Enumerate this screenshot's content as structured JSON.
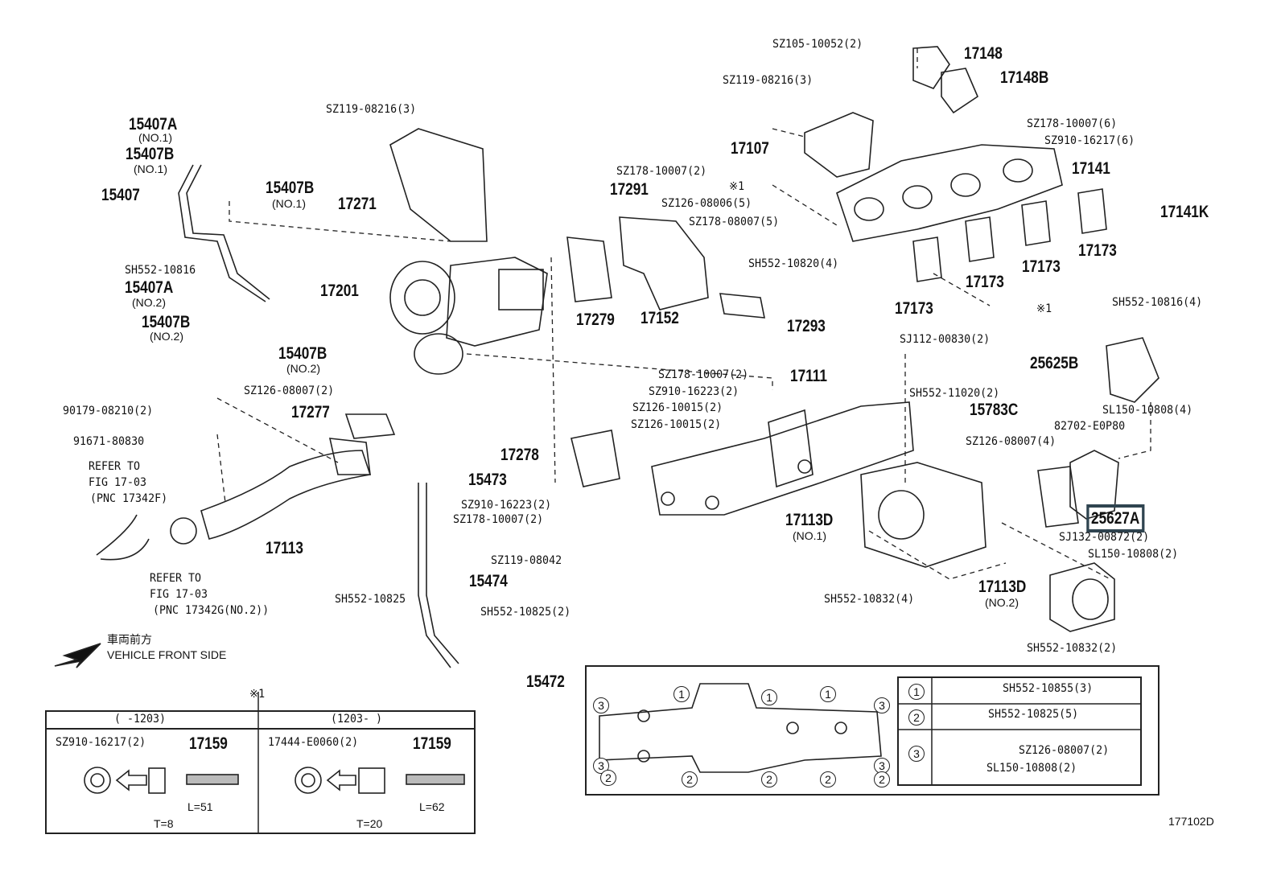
{
  "diagram_id": "177102D",
  "vehicle_front": {
    "jp": "車両前方",
    "en": "VEHICLE FRONT SIDE"
  },
  "labels": [
    "SZ105-10052(2)",
    "17148",
    "17148B",
    "SZ119-08216(3)",
    "SZ178-10007(6)",
    "SZ910-16217(6)",
    "17107",
    "17141",
    "SZ178-10007(2)",
    "※1",
    "17291",
    "SZ126-08006(5)",
    "SZ178-08007(5)",
    "17141K",
    "SH552-10820(4)",
    "17173",
    "17173",
    "17173",
    "17173",
    "※1",
    "SH552-10816(4)",
    "17152",
    "17293",
    "17279",
    "17201",
    "15407A",
    "(NO.1)",
    "15407B",
    "(NO.1)",
    "15407",
    "15407B",
    "(NO.1)",
    "SZ119-08216(3)",
    "17271",
    "SH552-10816",
    "15407A",
    "(NO.2)",
    "15407B",
    "(NO.2)",
    "15407B",
    "(NO.2)",
    "SZ126-08007(2)",
    "90179-08210(2)",
    "17277",
    "91671-80830",
    "REFER TO",
    "FIG 17-03",
    "(PNC 17342F)",
    "17113",
    "REFER TO",
    "FIG 17-03",
    "(PNC 17342G(NO.2))",
    "SJ112-00830(2)",
    "25625B",
    "17111",
    "SZ178-10007(2)",
    "SZ910-16223(2)",
    "SZ126-10015(2)",
    "SZ126-10015(2)",
    "SH552-11020(2)",
    "15783C",
    "SL150-10808(4)",
    "82702-E0P80",
    "SZ126-08007(4)",
    "17278",
    "15473",
    "SZ910-16223(2)",
    "SZ178-10007(2)",
    "17113D",
    "(NO.1)",
    "25627A",
    "SJ132-00872(2)",
    "SL150-10808(2)",
    "SZ119-08042",
    "15474",
    "SH552-10825",
    "SH552-10832(4)",
    "17113D",
    "(NO.2)",
    "SH552-10825(2)",
    "SH552-10832(2)",
    "15472",
    "※1"
  ],
  "variant_table": {
    "columns": [
      {
        "header": "(    -1203)",
        "washer": "SZ910-16217(2)",
        "stud": "17159",
        "thickness": "T=8",
        "length": "L=51"
      },
      {
        "header": "(1203-    )",
        "washer": "17444-E0060(2)",
        "stud": "17159",
        "thickness": "T=20",
        "length": "L=62"
      }
    ]
  },
  "bolt_legend": [
    {
      "marker": "1",
      "parts": [
        "SH552-10855(3)"
      ]
    },
    {
      "marker": "2",
      "parts": [
        "SH552-10825(5)"
      ]
    },
    {
      "marker": "3",
      "parts": [
        "SZ126-08007(2)",
        "SL150-10808(2)"
      ]
    }
  ],
  "gasket_markers": [
    "3",
    "1",
    "1",
    "1",
    "3",
    "3",
    "3",
    "2",
    "2",
    "2",
    "2",
    "2"
  ],
  "highlight_color": "#2f4450"
}
